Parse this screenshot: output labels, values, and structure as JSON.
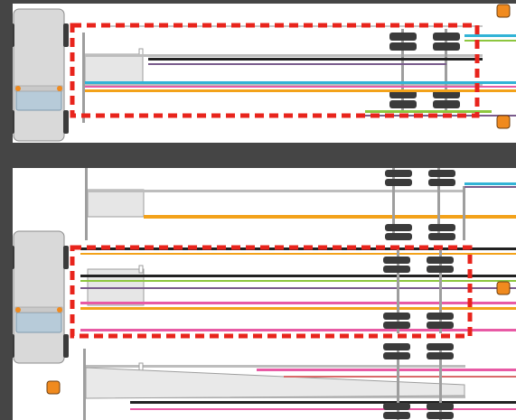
{
  "title": "",
  "panels": [
    {
      "id": "top",
      "description_visible_text": "",
      "contains": [
        "truck-cab",
        "trailer-frame",
        "dual-axle-group",
        "red-dashed-highlight",
        "orange-corner-markers"
      ]
    },
    {
      "id": "bottom",
      "description_visible_text": "",
      "contains": [
        "truck-cab",
        "trailer-frame-upper",
        "trailer-frame-middle",
        "trailer-frame-lower",
        "axle-groups",
        "red-dashed-highlight",
        "orange-corner-marker"
      ]
    }
  ],
  "colors": {
    "background": "#454545",
    "panel": "#ffffff",
    "cab_body": "#d9d9d9",
    "cab_window": "#b7cbd9",
    "tire": "#3b3b3b",
    "highlight": "#e8241c",
    "marker": "#f08a1e",
    "frame_grey": "#9e9e9e"
  },
  "stripe_palette": [
    "#f3a21a",
    "#e85aa5",
    "#32b3d6",
    "#8dc63f",
    "#7a5c8c",
    "#222222",
    "#d96b6b",
    "#3ab0a0",
    "#ffb347"
  ]
}
